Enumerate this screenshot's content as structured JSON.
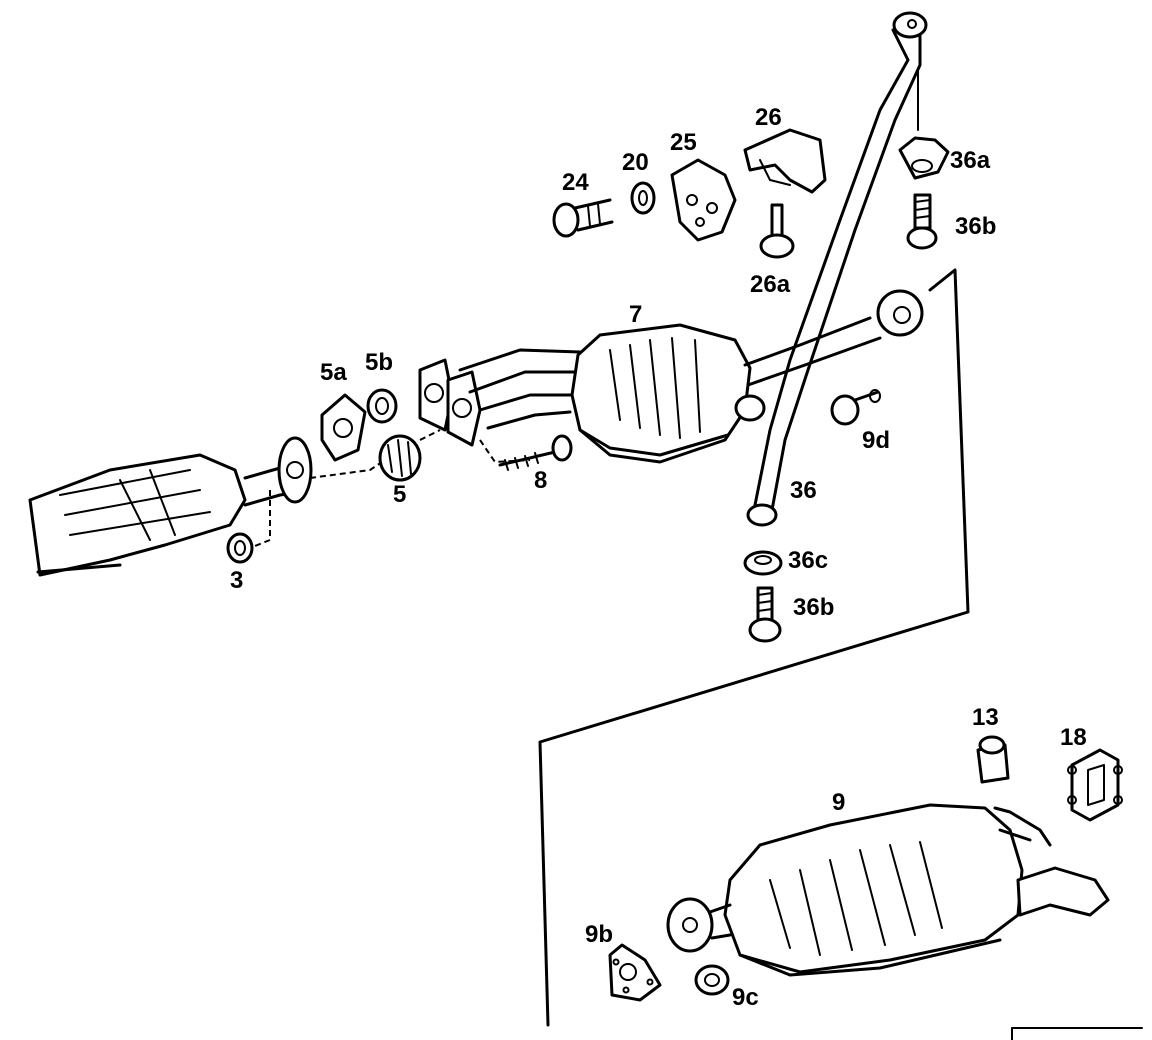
{
  "labels": {
    "p3": "3",
    "p5": "5",
    "p5a": "5a",
    "p5b": "5b",
    "p7": "7",
    "p8": "8",
    "p9": "9",
    "p9b": "9b",
    "p9c": "9c",
    "p9d": "9d",
    "p13": "13",
    "p18": "18",
    "p20": "20",
    "p24": "24",
    "p25": "25",
    "p26": "26",
    "p26a": "26a",
    "p36": "36",
    "p36a": "36a",
    "p36b_top": "36b",
    "p36b_bottom": "36b",
    "p36c": "36c"
  }
}
